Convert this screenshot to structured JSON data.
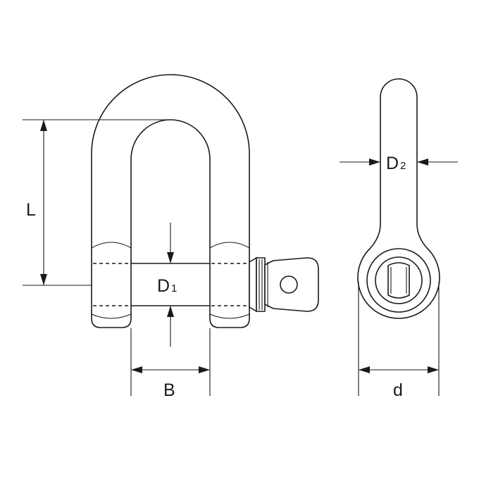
{
  "labels": {
    "L": "L",
    "D1": {
      "main": "D",
      "sub": "1"
    },
    "D2": {
      "main": "D",
      "sub": "2"
    },
    "B": "B",
    "d": "d"
  },
  "colors": {
    "line": "#1a1a1a",
    "background": "#ffffff"
  }
}
